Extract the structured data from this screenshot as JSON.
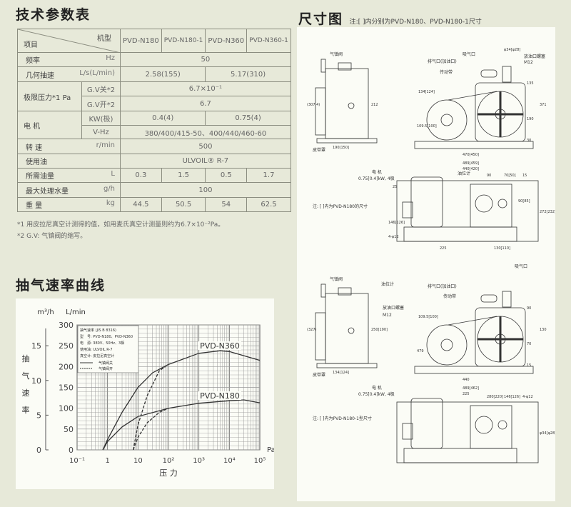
{
  "spec": {
    "title": "技术参数表",
    "header": {
      "item": "项目",
      "model": "机型",
      "models": [
        "PVD-N180",
        "PVD-N180-1",
        "PVD-N360",
        "PVD-N360-1"
      ]
    },
    "rows": {
      "freq": {
        "label": "频率",
        "unit": "Hz",
        "value": "50"
      },
      "speed": {
        "label": "几何抽速",
        "unit": "L/s(L/min)",
        "v1": "2.58(155)",
        "v2": "5.17(310)"
      },
      "pressure": {
        "label": "极限压力*1",
        "unit": "Pa",
        "gv_closed": "G.V关*2",
        "gv_closed_value": "6.7×10⁻¹",
        "gv_open": "G.V开*2",
        "gv_open_value": "6.7"
      },
      "motor": {
        "label": "电 机",
        "kw_unit": "KW(极)",
        "kw1": "0.4(4)",
        "kw2": "0.75(4)",
        "vhz_unit": "V-Hz",
        "vhz": "380/400/415-50、400/440/460-60"
      },
      "rpm": {
        "label": "转 速",
        "unit": "r/min",
        "value": "500"
      },
      "oil": {
        "label": "使用油",
        "value": "ULVOIL® R-7"
      },
      "oil_amount": {
        "label": "所需油量",
        "unit": "L",
        "values": [
          "0.3",
          "1.5",
          "0.5",
          "1.7"
        ]
      },
      "water": {
        "label": "最大处理水量",
        "unit": "g/h",
        "value": "100"
      },
      "weight": {
        "label": "重 量",
        "unit": "kg",
        "values": [
          "44.5",
          "50.5",
          "54",
          "62.5"
        ]
      }
    },
    "footnotes": [
      "*1 用皮拉尼真空计测得的值，如用麦氏真空计测量则约为6.7×10⁻²Pa。",
      "*2 G.V: 气镇阀的缩写。"
    ]
  },
  "curve": {
    "title": "抽气速率曲线"
  },
  "chart_data": {
    "type": "line",
    "title": "抽气速率曲线",
    "xlabel": "压 力",
    "xunit": "Pa",
    "ylabel": "抽气速率",
    "yunit_left": "m³/h",
    "yunit_right": "L/min",
    "xscale": "log",
    "xlim": [
      0.1,
      100000
    ],
    "ylim": [
      0,
      300
    ],
    "y2lim": [
      0,
      18
    ],
    "xticks": [
      "10⁻¹",
      "1",
      "10",
      "10²",
      "10³",
      "10⁴",
      "10⁵"
    ],
    "yticks": [
      "0",
      "50",
      "100",
      "150",
      "200",
      "250",
      "300"
    ],
    "y2ticks": [
      "0",
      "5",
      "10",
      "15"
    ],
    "legend": {
      "lines": [
        "抽气速率 (JIS B 8316)",
        "型　号: PVD-N180、PVD-N360",
        "电　源: 380V、50Hz、3相",
        "使用油: ULVOIL R-7",
        "真空计: 皮拉尼真空计"
      ],
      "solid": "气镇阀关",
      "dashed": "气镇阀开",
      "placement": "top-left"
    },
    "series": [
      {
        "name": "PVD-N360",
        "style": "solid",
        "x": [
          0.7,
          1,
          3,
          10,
          30,
          100,
          1000,
          5000,
          10000,
          100000
        ],
        "y": [
          0,
          25,
          90,
          150,
          185,
          205,
          232,
          238,
          236,
          215
        ]
      },
      {
        "name": "PVD-N180",
        "style": "solid",
        "x": [
          0.7,
          1,
          3,
          10,
          100,
          1000,
          10000,
          30000,
          100000
        ],
        "y": [
          0,
          20,
          55,
          80,
          100,
          112,
          118,
          120,
          113
        ]
      },
      {
        "name": "PVD-N360 G.V open",
        "style": "dashed",
        "x": [
          7,
          10,
          20,
          50,
          80
        ],
        "y": [
          0,
          60,
          130,
          190,
          200
        ]
      },
      {
        "name": "PVD-N180 G.V open",
        "style": "dashed",
        "x": [
          7,
          10,
          20,
          50,
          100
        ],
        "y": [
          0,
          30,
          65,
          90,
          100
        ]
      }
    ]
  },
  "dims": {
    "title": "尺寸图",
    "note": "注:[ ]内分别为PVD-N180、PVD-N180-1尺寸",
    "top": {
      "gas_ballast": "气镇阀",
      "belt_cover": "皮带罩",
      "exhaust": "排气口(加油口)",
      "intake": "吸气口",
      "drain": "放油口螺塞",
      "m12": "M12",
      "belt": "传动带",
      "oil_gauge": "油位计",
      "motor": "电 机",
      "motor_spec": "0.75[0.4]kW, 4极",
      "note": "注: [ ]内为PVD-N180的尺寸",
      "d": [
        "(307.4)",
        "212",
        "190[150]",
        "134[124]",
        "109.5[100]",
        "470[450]",
        "489[459]",
        "440[420]",
        "371",
        "135",
        "190",
        "30",
        "90",
        "70[50]",
        "15",
        "272[232]",
        "90[85]",
        "146[126]",
        "225",
        "130[110]",
        "4-φ12",
        "φ34[φ28]",
        "25"
      ]
    },
    "bottom": {
      "gas_ballast": "气镇阀",
      "belt_cover": "皮带罩",
      "exhaust": "排气口(加油口)",
      "intake": "吸气口",
      "drain": "放油口螺塞",
      "m12": "M12",
      "belt": "传动带",
      "oil_gauge": "油位计",
      "motor": "电 机",
      "motor_spec": "0.75[0.4]kW, 4极",
      "note": "注: [ ]内为PVD-N180-1型尺寸",
      "d": [
        "(327)",
        "250[190]",
        "134[124]",
        "109.5[100]",
        "479",
        "440",
        "489[462]",
        "225",
        "130",
        "90",
        "70",
        "15",
        "280[220]",
        "146[126]",
        "4-φ12",
        "φ34[φ28]"
      ]
    }
  }
}
